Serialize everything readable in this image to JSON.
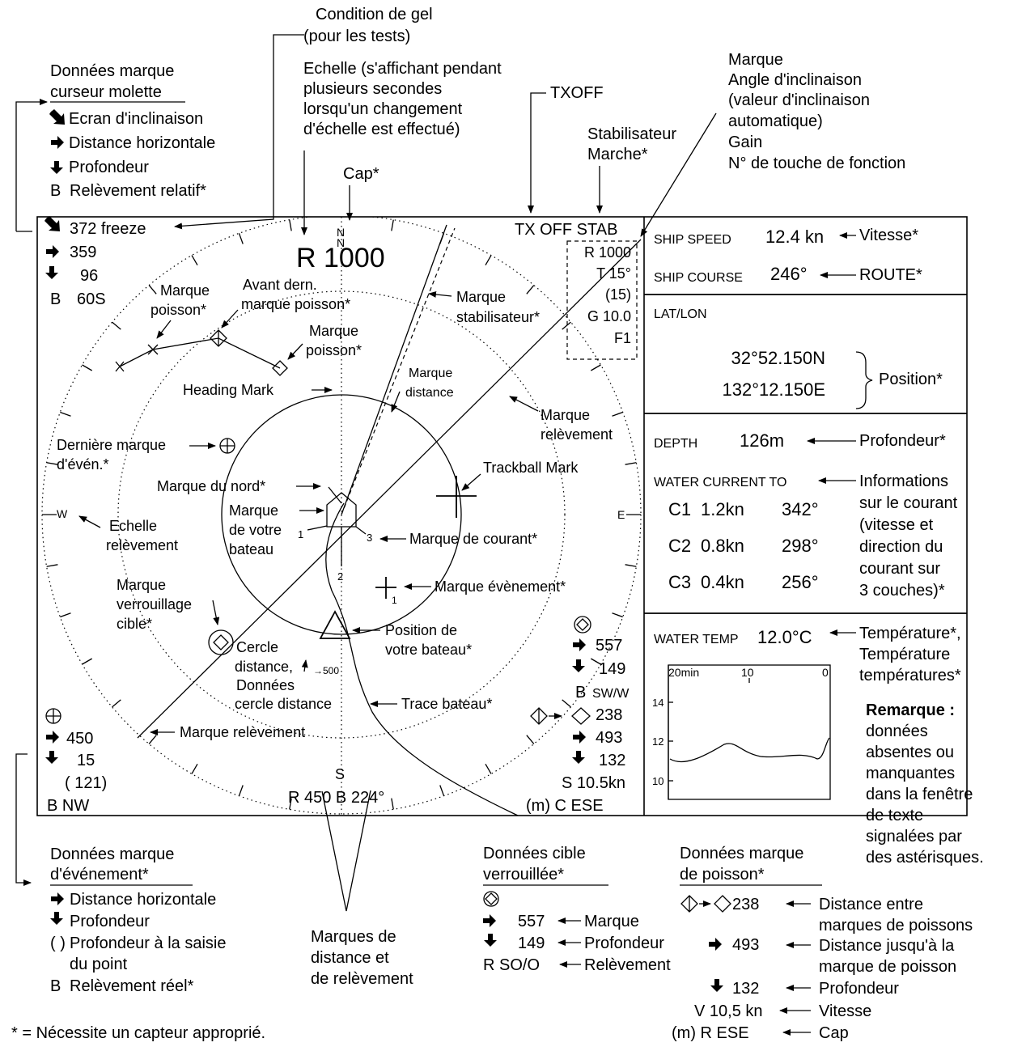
{
  "callouts": {
    "freeze": [
      "Condition de gel",
      "(pour les tests)"
    ],
    "scale": [
      "Echelle (s'affichant pendant",
      "plusieurs secondes",
      "lorsqu'un changement",
      "d'échelle est effectué)"
    ],
    "txoff": "TXOFF",
    "stab": [
      "Stabilisateur",
      "Marche*"
    ],
    "mark": [
      "Marque",
      "Angle d'inclinaison",
      "(valeur d'inclinaison",
      "automatique)",
      "Gain",
      "N° de touche de fonction"
    ],
    "cap": "Cap*",
    "vitesse": "Vitesse*",
    "route": "ROUTE*",
    "position": "Position*",
    "profondeur": "Profondeur*",
    "current": [
      "Informations",
      "sur le courant",
      "(vitesse et",
      "direction du",
      "courant sur",
      "3 couches)*"
    ],
    "temperature": [
      "Température*,",
      "Température",
      "températures*"
    ],
    "remark_title": "Remarque :",
    "remark": [
      "données",
      "absentes ou",
      "manquantes",
      "dans la fenêtre",
      "de texte",
      "signalées par",
      "des astérisques."
    ]
  },
  "trackball_legend": {
    "title": [
      "Données marque",
      "curseur molette"
    ],
    "items": [
      "Ecran d'inclinaison",
      "Distance horizontale",
      "Profondeur",
      "Relèvement relatif*"
    ],
    "b_prefix": "B"
  },
  "screen": {
    "tl": [
      "372 freeze",
      "359",
      "96",
      "60S"
    ],
    "tl_b": "B",
    "range": "R 1000",
    "north": [
      "N",
      "N"
    ],
    "topright_status": "TX OFF STAB",
    "box": [
      "R 1000",
      "T 15°",
      "(15)",
      "G 10.0",
      "F1"
    ],
    "w": "W",
    "e": "E",
    "s": "S",
    "bottom": "R  450 B  224°",
    "bl": [
      "450",
      "15",
      "( 121)",
      "B NW"
    ],
    "br_target": [
      "557",
      "149",
      "B SW/W"
    ],
    "br_fish": [
      "238",
      "493",
      "132",
      "S  10.5kn",
      "(m) C    ESE"
    ],
    "circle_range": "→500",
    "own_nums": [
      "1",
      "2",
      "3"
    ],
    "event_num": "1"
  },
  "labels": {
    "fish1": [
      "Marque",
      "poisson*"
    ],
    "fish_prev": [
      "Avant dern.",
      "marque poisson*"
    ],
    "fish2": [
      "Marque",
      "poisson*"
    ],
    "stab_mark": [
      "Marque",
      "stabilisateur*"
    ],
    "heading": "Heading Mark",
    "range_mark": [
      "Marque",
      "distance"
    ],
    "bearing_mark": [
      "Marque",
      "relèvement"
    ],
    "last_event": [
      "Dernière marque",
      "d'évén.*"
    ],
    "trackball": "Trackball Mark",
    "north_mark": "Marque du nord*",
    "own_ship": [
      "Marque",
      "de votre",
      "bateau"
    ],
    "bearing_scale": [
      "Echelle",
      "relèvement"
    ],
    "current_mark": "Marque de courant*",
    "event_mark": "Marque évènement*",
    "target_lock": [
      "Marque",
      "verrouillage",
      "cible*"
    ],
    "own_pos": [
      "Position de",
      "votre bateau*"
    ],
    "range_circle": [
      "Cercle",
      "distance,",
      "Données",
      "cercle distance"
    ],
    "track": "Trace bateau*",
    "bearing_mark2": "Marque relèvement"
  },
  "panel": {
    "ship_speed_label": "SHIP SPEED",
    "ship_speed": "12.4 kn",
    "ship_course_label": "SHIP COURSE",
    "ship_course": "246°",
    "latlon_label": "LAT/LON",
    "lat": "32°52.150N",
    "lon": "132°12.150E",
    "depth_label": "DEPTH",
    "depth": "126m",
    "current_label": "WATER CURRENT TO",
    "currents": [
      {
        "layer": "C1",
        "speed": "1.2kn",
        "dir": "342°"
      },
      {
        "layer": "C2",
        "speed": "0.8kn",
        "dir": "298°"
      },
      {
        "layer": "C3",
        "speed": "0.4kn",
        "dir": "256°"
      }
    ],
    "temp_label": "WATER TEMP",
    "temp": "12.0°C",
    "graph_x": [
      "20min",
      "10",
      "0"
    ],
    "graph_y": [
      "14",
      "12",
      "10"
    ]
  },
  "event_legend": {
    "title": [
      "Données marque",
      "d'événement*"
    ],
    "items": [
      "Distance horizontale",
      "Profondeur",
      "Profondeur à la saisie",
      "du point",
      "Relèvement réel*"
    ],
    "paren": "( )",
    "b_prefix": "B"
  },
  "range_bearing": [
    "Marques de",
    "distance et",
    "de relèvement"
  ],
  "target_legend": {
    "title": [
      "Données cible",
      "verrouillée*"
    ],
    "rows": [
      "557",
      "149",
      "R SO/O"
    ],
    "labels": [
      "Marque",
      "Profondeur",
      "Relèvement"
    ]
  },
  "fish_legend": {
    "title": [
      "Données marque",
      "de poisson*"
    ],
    "values": [
      "238",
      "493",
      "132",
      "V 10,5 kn",
      "(m) R  ESE"
    ],
    "labels": [
      "Distance entre",
      "marques de poissons",
      "Distance jusqu'à la",
      "marque de poisson",
      "Profondeur",
      "Vitesse",
      "Cap"
    ]
  },
  "footnote": "* = Nécessite un capteur approprié."
}
